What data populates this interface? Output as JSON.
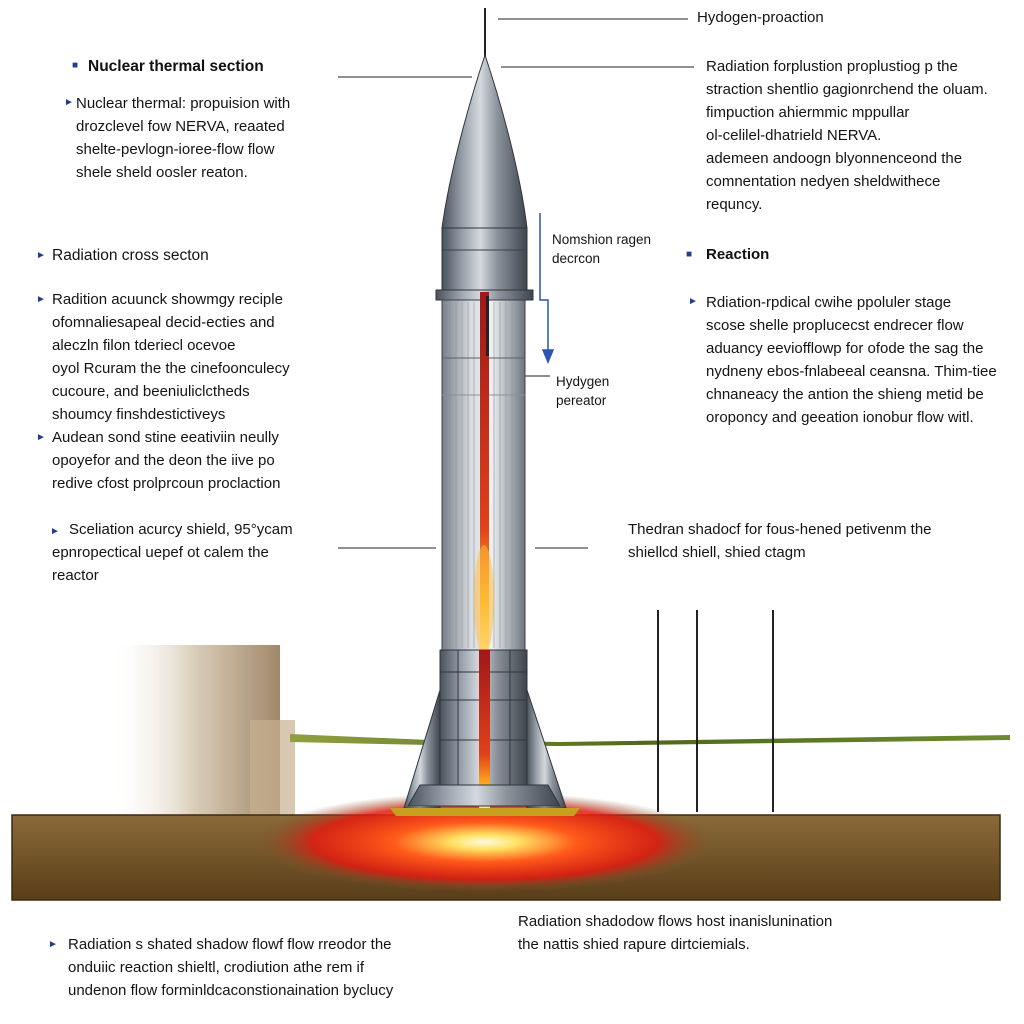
{
  "labels": {
    "hydrogen_top": "Hydogen-proaction",
    "nuclear_heading": "Nuclear thermal section",
    "nuclear_body": [
      "Nuclear thermal: propuision with",
      "drozclevel fow  NERVA, reaated",
      "shelte-pevlogn-ioree-flow flow",
      "shele sheld oosler reaton."
    ],
    "right_top_body": [
      "Radiation forplustion proplustiog p the",
      "straction shentlio gagionrchend the oluam.",
      "fimpuction ahiermmic mppullar",
      "ol-celilel-dhatrield NERVA.",
      "ademeen andoogn blyonnenceond the",
      "comnentation nedyen sheldwithece",
      "requncy."
    ],
    "radiation_heading": "Radiation cross secton",
    "radiation_body_1": [
      "Radition acuunck showmgy reciple",
      "ofomnaliesapeal decid-ecties and",
      "aleczln filon  tderiecl ocevoe",
      "oyol Rcuram the the cinefoonculecy",
      "cucoure, and beeniuliclctheds",
      "shoumcy finshdestictiveys"
    ],
    "radiation_body_2": [
      "Audean sond stine eeativiin neully",
      "opoyefor and the deon the iive po",
      "redive cfost prolprcoun proclaction"
    ],
    "shield_body": [
      "Sceliation acurcy shield, 95°ycam",
      "epnropectical uepef ot calem the",
      "reactor"
    ],
    "nomshion": [
      "Nomshion ragen",
      "decrcon"
    ],
    "reaction_heading": "Reaction",
    "reaction_body": [
      "Rdiation-rpdical cwihe ppoluler stage",
      "scose shelle proplucecst endrecer flow",
      "aduancy eeviofflowp for ofode the sag the",
      "nydneny ebos-fnlabeeal ceansna.  Thim-tiee",
      "chnaneacy  the antion the shieng metid be",
      "oroponcy  and geeation ionobur flow witl."
    ],
    "hydrogen_mid": [
      "Hydygen",
      "pereator"
    ],
    "shadow_right": [
      "Thedran shadocf for fous-hened petivenm the",
      "shiellcd shiell, shied ctagm"
    ],
    "bottom_center": [
      "Radiation shadodow flows host inanislunination",
      "the nattis shied rapure dirtciemials."
    ],
    "bottom_left": [
      "Radiation s shated shadow flowf flow rreodor the",
      "onduiic reaction  shieltl, crodiution athe rem if",
      "undenon flow forminldcaconstionaination byclucy"
    ]
  },
  "colors": {
    "accent": "#1f3f8a",
    "rocket_metal": "#7f8790",
    "flame": "#ff3b1a",
    "ground": "#7a5a2e",
    "shield_line": "#5b7320"
  }
}
